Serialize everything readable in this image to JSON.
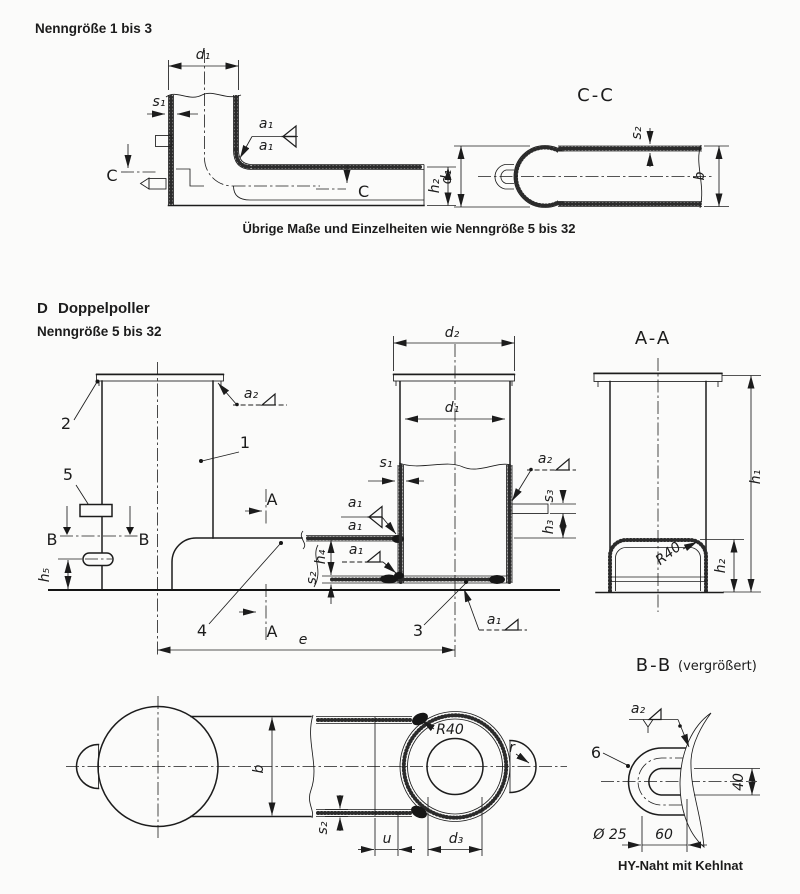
{
  "page": {
    "background": "#fbfbfa",
    "ink": "#1c1c1c"
  },
  "headings": {
    "small_series": "Nenngröße 1 bis 3",
    "series_letter": "D",
    "series_name": "Doppelpoller",
    "series_range": "Nenngröße 5 bis 32"
  },
  "captions": {
    "cc_note": "Übrige Maße und Einzelheiten wie Nenngröße 5 bis 32",
    "bb_note": "HY-Naht mit Kehlnat"
  },
  "section_titles": {
    "cc": "C-C",
    "aa": "A-A",
    "bb": "B-B",
    "bb_suffix": "(vergrößert)"
  },
  "section_letters": {
    "a": "A",
    "b": "B",
    "c": "C"
  },
  "dims": {
    "d1": "d₁",
    "d2": "d₂",
    "d3": "d₃",
    "s1": "s₁",
    "s2": "s₂",
    "s3": "s₃",
    "h1": "h₁",
    "h2": "h₂",
    "h3": "h₃",
    "h4": "h₄",
    "h5": "h₅",
    "a1": "a₁",
    "a2": "a₂",
    "b": "b",
    "e": "e",
    "u": "u",
    "r": "r",
    "r40": "R40",
    "dia25": "Ø 25",
    "n60": "60",
    "n40": "40"
  },
  "parts": {
    "p1": "1",
    "p2": "2",
    "p3": "3",
    "p4": "4",
    "p5": "5",
    "p6": "6"
  }
}
